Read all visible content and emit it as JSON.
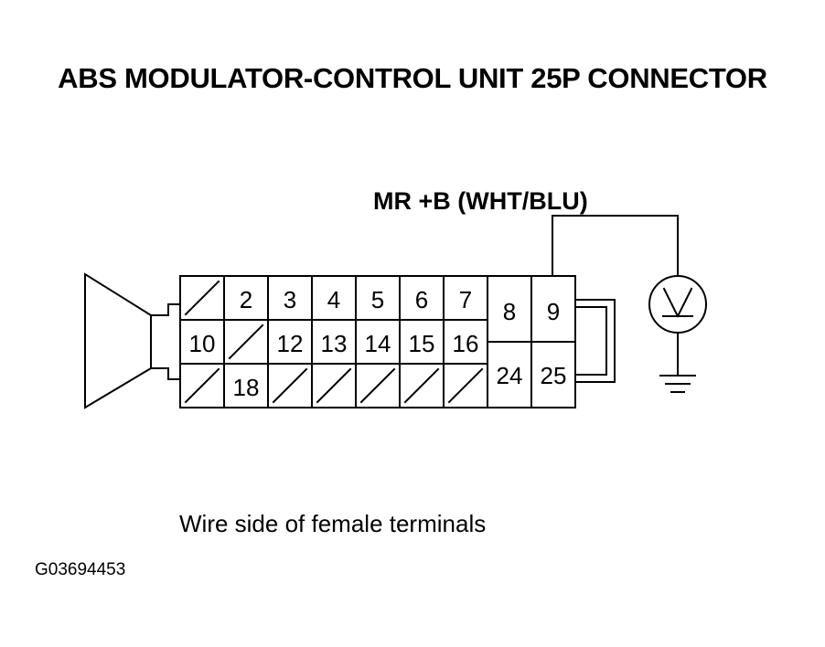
{
  "title": "ABS MODULATOR-CONTROL UNIT 25P CONNECTOR",
  "wire_label": "MR +B (WHT/BLU)",
  "caption": "Wire side of female terminals",
  "figure_id": "G03694453",
  "terminals": {
    "t2": "2",
    "t3": "3",
    "t4": "4",
    "t5": "5",
    "t6": "6",
    "t7": "7",
    "t8": "8",
    "t9": "9",
    "t10": "10",
    "t12": "12",
    "t13": "13",
    "t14": "14",
    "t15": "15",
    "t16": "16",
    "t18": "18",
    "t24": "24",
    "t25": "25"
  },
  "meter_icon": "voltmeter-icon",
  "ground_icon": "ground-icon"
}
